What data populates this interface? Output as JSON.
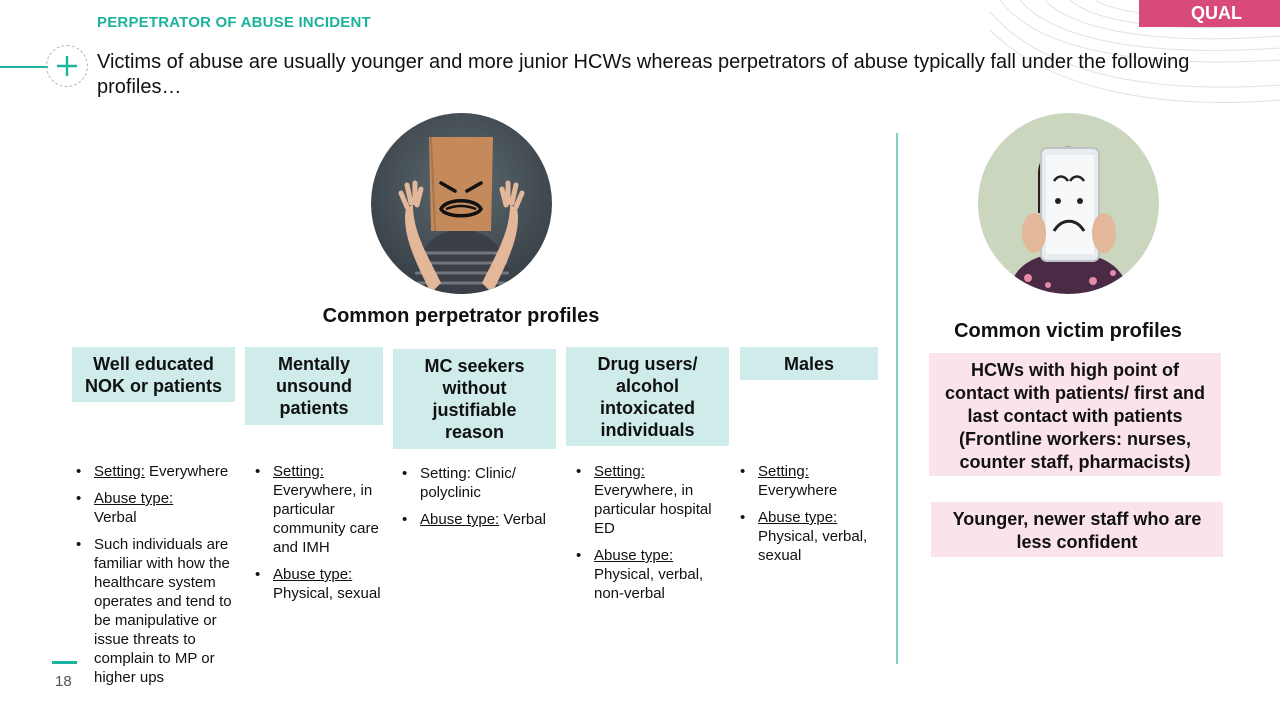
{
  "header": {
    "section_title": "PERPETRATOR OF ABUSE INCIDENT",
    "tag": "QUAL",
    "headline": "Victims of abuse are usually younger and more junior HCWs whereas perpetrators of abuse typically fall under the following profiles…"
  },
  "perpetrators": {
    "heading": "Common perpetrator profiles",
    "profiles": [
      {
        "title": "Well educated NOK or patients",
        "bullets": [
          {
            "label": "Setting:",
            "text": " Everywhere",
            "label_nl": false
          },
          {
            "label": "Abuse type:",
            "text": "Verbal",
            "label_nl": true
          },
          {
            "label": "",
            "text": "Such individuals are familiar with how the healthcare system operates and tend to be manipulative or issue threats to complain to MP or higher ups",
            "label_nl": false
          }
        ]
      },
      {
        "title": "Mentally unsound patients",
        "bullets": [
          {
            "label": "Setting:",
            "text": "Everywhere, in particular community care and IMH",
            "label_nl": true
          },
          {
            "label": "Abuse type:",
            "text": "Physical, sexual",
            "label_nl": true
          }
        ]
      },
      {
        "title": "MC seekers without justifiable reason",
        "bullets": [
          {
            "label": "",
            "text": "Setting: Clinic/ polyclinic",
            "label_nl": false
          },
          {
            "label": "Abuse type:",
            "text": " Verbal",
            "label_nl": false
          }
        ]
      },
      {
        "title": "Drug users/ alcohol intoxicated individuals",
        "bullets": [
          {
            "label": "Setting:",
            "text": "Everywhere, in particular hospital ED",
            "label_nl": true
          },
          {
            "label": "Abuse type:",
            "text": "Physical, verbal, non-verbal",
            "label_nl": true
          }
        ]
      },
      {
        "title": "Males",
        "bullets": [
          {
            "label": "Setting:",
            "text": "Everywhere",
            "label_nl": true
          },
          {
            "label": "Abuse type:",
            "text": "Physical, verbal, sexual",
            "label_nl": true
          }
        ]
      }
    ]
  },
  "victims": {
    "heading": "Common victim profiles",
    "profiles": [
      "HCWs with high point of contact with patients/ first and last contact with patients (Frontline workers: nurses, counter staff, pharmacists)",
      "Younger, newer staff who are less confident"
    ]
  },
  "footer": {
    "page_number": "18"
  },
  "colors": {
    "accent": "#1bb39b",
    "tag": "#d84a7a",
    "teal_box": "#cfecea",
    "pink_box": "#fbe3ea"
  }
}
